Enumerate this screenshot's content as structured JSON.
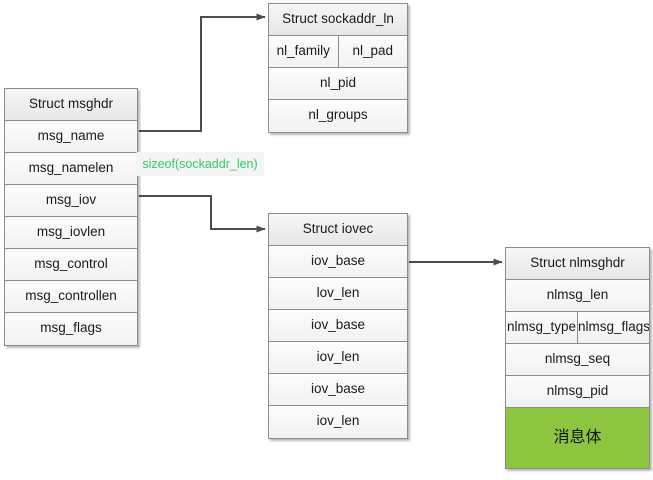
{
  "diagram": {
    "title": "netlink message structure diagram",
    "background": "#ffffff",
    "line_color": "#4d4d4d",
    "accent_green": "#8cc640",
    "label_green": "#33cc66"
  },
  "structs": {
    "msghdr": {
      "header": "Struct msghdr",
      "rows": [
        {
          "cells": [
            "msg_name"
          ]
        },
        {
          "cells": [
            "msg_namelen"
          ]
        },
        {
          "cells": [
            "msg_iov"
          ]
        },
        {
          "cells": [
            "msg_iovlen"
          ]
        },
        {
          "cells": [
            "msg_control"
          ]
        },
        {
          "cells": [
            "msg_controllen"
          ]
        },
        {
          "cells": [
            "msg_flags"
          ]
        }
      ]
    },
    "sockaddr_ln": {
      "header": "Struct sockaddr_ln",
      "rows": [
        {
          "cells": [
            "nl_family",
            "nl_pad"
          ]
        },
        {
          "cells": [
            "nl_pid"
          ]
        },
        {
          "cells": [
            "nl_groups"
          ]
        }
      ]
    },
    "iovec": {
      "header": "Struct iovec",
      "rows": [
        {
          "cells": [
            "iov_base"
          ]
        },
        {
          "cells": [
            "lov_len"
          ]
        },
        {
          "cells": [
            "iov_base"
          ]
        },
        {
          "cells": [
            "iov_len"
          ]
        },
        {
          "cells": [
            "iov_base"
          ]
        },
        {
          "cells": [
            "iov_len"
          ]
        }
      ]
    },
    "nlmsghdr": {
      "header": "Struct nlmsghdr",
      "rows": [
        {
          "cells": [
            "nlmsg_len"
          ]
        },
        {
          "cells": [
            "nlmsg_type",
            "nlmsg_flags"
          ]
        },
        {
          "cells": [
            "nlmsg_seq"
          ]
        },
        {
          "cells": [
            "nlmsg_pid"
          ]
        },
        {
          "cells": [
            "消息体"
          ]
        }
      ]
    }
  },
  "annotations": {
    "sizeof_label": "sizeof(sockaddr_len)"
  },
  "connectors": [
    {
      "name": "msg-name-to-sockaddr",
      "from": "msg_name",
      "to": "Struct sockaddr_ln"
    },
    {
      "name": "msg-iov-to-iovec",
      "from": "msg_iov",
      "to": "Struct iovec"
    },
    {
      "name": "iov-base-to-nlmsghdr",
      "from": "iov_base",
      "to": "Struct nlmsghdr"
    }
  ]
}
